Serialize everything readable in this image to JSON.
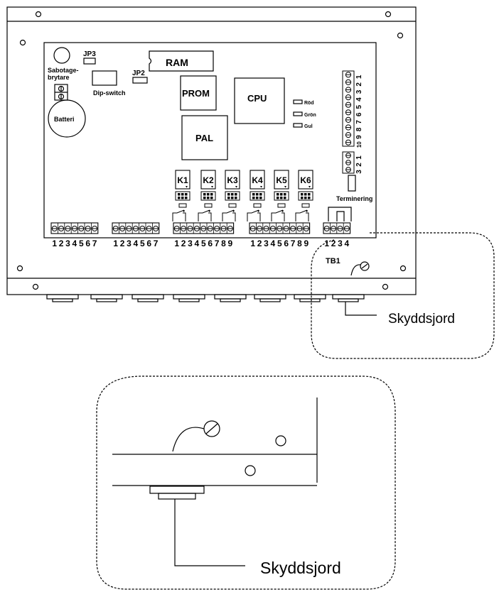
{
  "colors": {
    "ink": "#000000",
    "background": "#ffffff"
  },
  "labels": {
    "jp3": "JP3",
    "jp2": "JP2",
    "ram": "RAM",
    "sabotage_line1": "Sabotage-",
    "sabotage_line2": "brytare",
    "dip_switch": "Dip-switch",
    "batteri": "Batteri",
    "prom": "PROM",
    "cpu": "CPU",
    "pal": "PAL",
    "led_red": "Röd",
    "led_green": "Grön",
    "led_yellow": "Gul",
    "terminering": "Terminering",
    "tb1": "TB1",
    "skyddsjord_top": "Skyddsjord",
    "skyddsjord_bottom": "Skyddsjord"
  },
  "relays": [
    "K1",
    "K2",
    "K3",
    "K4",
    "K5",
    "K6"
  ],
  "right_terminal_numbers": [
    "1",
    "2",
    "3",
    "4",
    "5",
    "6",
    "7",
    "8",
    "9",
    "10"
  ],
  "right_small_terminal_numbers": [
    "1",
    "2",
    "3"
  ],
  "bottom_terminal_groups": [
    {
      "numbers": [
        "1",
        "2",
        "3",
        "4",
        "5",
        "6",
        "7"
      ]
    },
    {
      "numbers": [
        "1",
        "2",
        "3",
        "4",
        "5",
        "6",
        "7"
      ]
    },
    {
      "numbers": [
        "1",
        "2",
        "3",
        "4",
        "5",
        "6",
        "7",
        "8",
        "9"
      ]
    },
    {
      "numbers": [
        "1",
        "2",
        "3",
        "4",
        "5",
        "6",
        "7",
        "8",
        "9"
      ]
    },
    {
      "numbers": [
        "1",
        "2",
        "3",
        "4"
      ]
    }
  ]
}
